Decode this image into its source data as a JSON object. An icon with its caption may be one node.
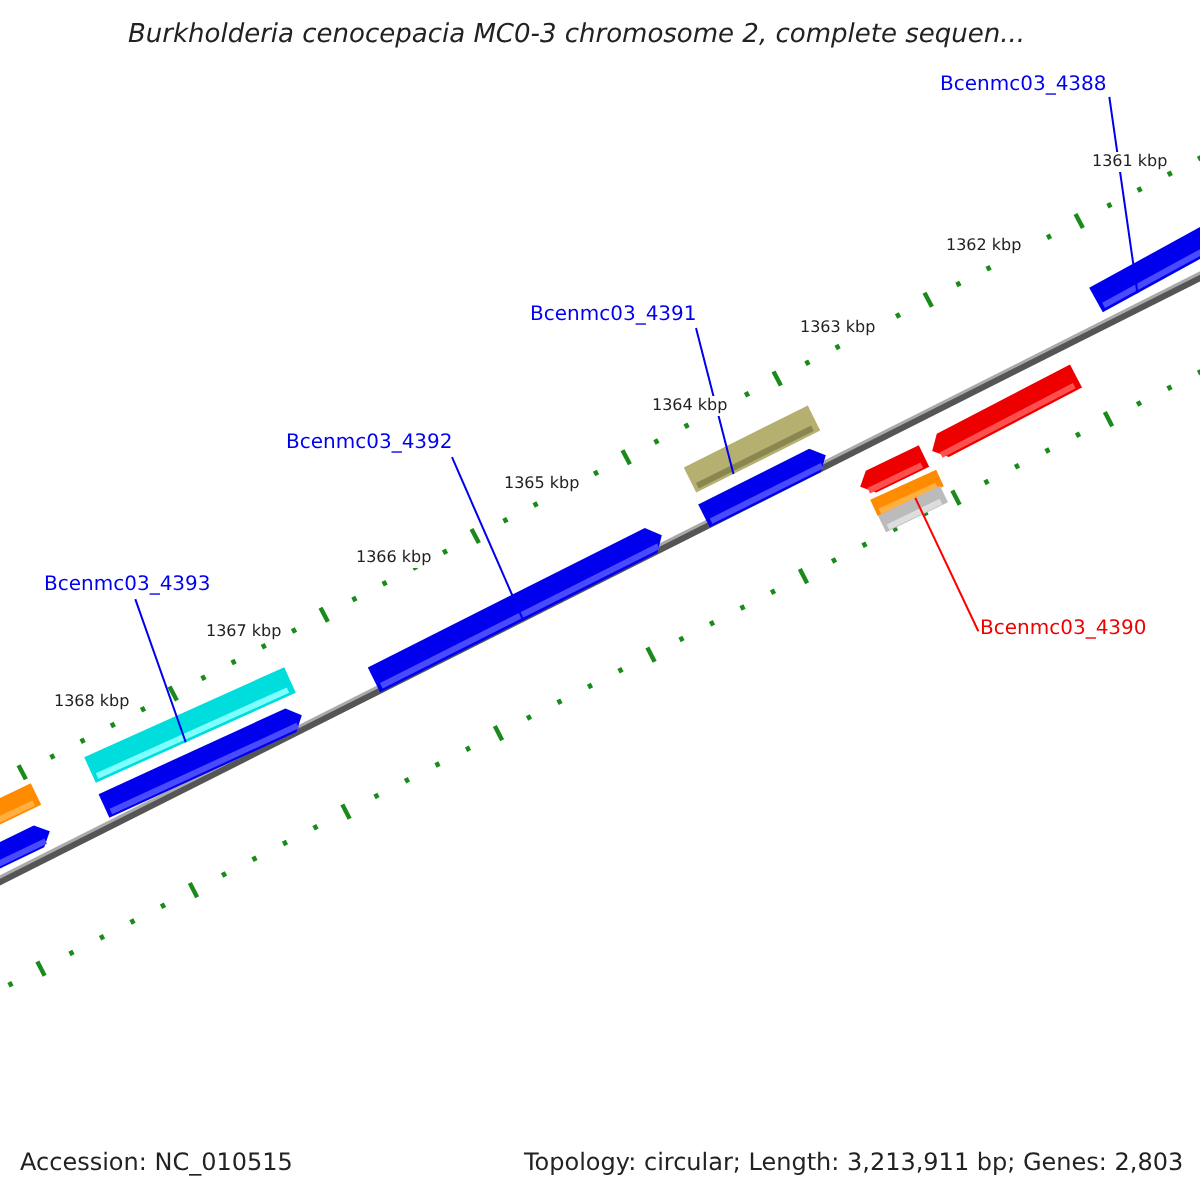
{
  "diagram": {
    "title": "Burkholderia cenocepacia MC0-3 chromosome 2, complete sequen...",
    "nodes": [
      {
        "text": [
          "Bcenmc03_4388"
        ]
      },
      {
        "text": [
          "Bcenmc03_4391"
        ]
      },
      {
        "text": [
          "Bcenmc03_4392"
        ]
      },
      {
        "text": [
          "Bcenmc03_4393"
        ]
      },
      {
        "text": [
          "Bcenmc03_4390"
        ]
      },
      {
        "text": [],
        "shape": "bar"
      },
      {
        "text": [],
        "shape": "bar"
      },
      {
        "text": [],
        "shape": "bar"
      },
      {
        "text": [],
        "shape": "bar"
      },
      {
        "text": [],
        "shape": "bar"
      }
    ],
    "edges": [
      {
        "from": 0,
        "to": 5,
        "arrow": "none"
      },
      {
        "from": 1,
        "to": 6,
        "arrow": "none"
      },
      {
        "from": 2,
        "to": 7,
        "arrow": "none"
      },
      {
        "from": 3,
        "to": 8,
        "arrow": "none"
      },
      {
        "from": 4,
        "to": 9,
        "arrow": "none",
        "color": "#ff0000"
      }
    ],
    "labels": [
      "1361 kbp",
      "1362 kbp",
      "1363 kbp",
      "1364 kbp",
      "1365 kbp",
      "1366 kbp",
      "1367 kbp",
      "1368 kbp",
      "Accession: NC_010515",
      "Topology: circular; Length: 3,213,911 bp; Genes: 2,803"
    ]
  }
}
